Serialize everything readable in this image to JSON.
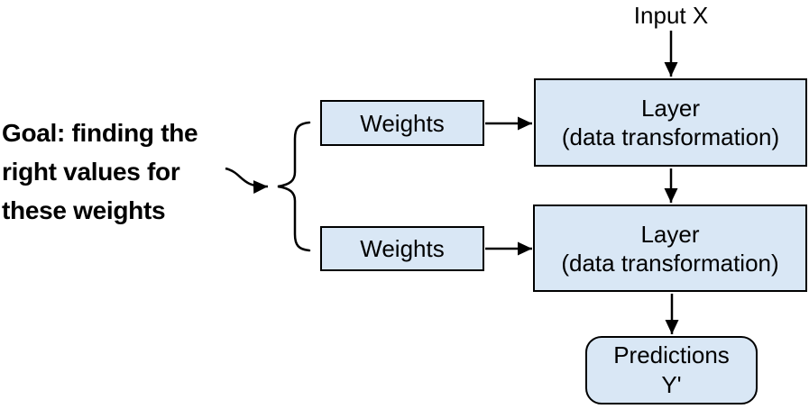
{
  "colors": {
    "box_fill": "#d9e7f5",
    "box_border": "#000000",
    "text": "#000000",
    "background": "#ffffff",
    "connector": "#000000"
  },
  "annotation": {
    "goal_lines": [
      "Goal: finding the",
      "right values for",
      "these weights"
    ]
  },
  "diagram": {
    "input_label": "Input X",
    "weights_boxes": [
      {
        "label": "Weights"
      },
      {
        "label": "Weights"
      }
    ],
    "layer_boxes": [
      {
        "title": "Layer",
        "subtitle": "(data transformation)"
      },
      {
        "title": "Layer",
        "subtitle": "(data transformation)"
      }
    ],
    "predictions_box": {
      "title": "Predictions",
      "subtitle": "Y'"
    }
  }
}
